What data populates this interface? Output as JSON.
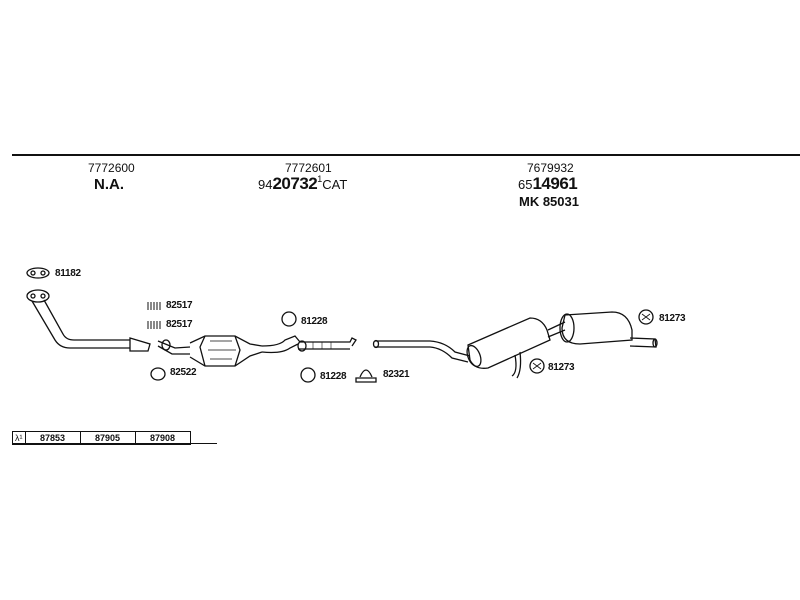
{
  "header": {
    "groups": [
      {
        "oem": "7772600",
        "label": "N.A."
      },
      {
        "oem": "7772601",
        "prefix": "94",
        "number": "20732",
        "suffix": "CAT"
      },
      {
        "oem": "7679932",
        "prefix": "65",
        "number": "14961",
        "extra": "MK 85031"
      }
    ]
  },
  "parts": {
    "p81182": "81182",
    "p82517a": "82517",
    "p82517b": "82517",
    "p82522": "82522",
    "p81228a": "81228",
    "p81228b": "81228",
    "p82321": "82321",
    "p81273a": "81273",
    "p81273b": "81273"
  },
  "lambda_table": {
    "symbol": "λ¹",
    "values": [
      "87853",
      "87905",
      "87908"
    ]
  }
}
